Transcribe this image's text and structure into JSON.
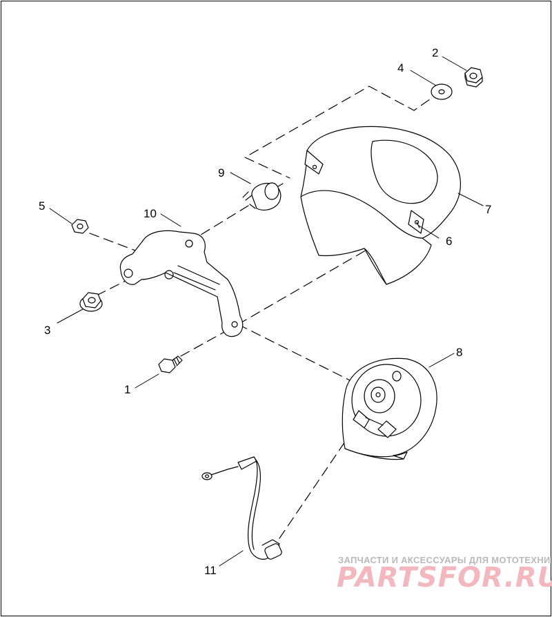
{
  "callouts": [
    {
      "id": "1",
      "label": "1"
    },
    {
      "id": "2",
      "label": "2"
    },
    {
      "id": "3",
      "label": "3"
    },
    {
      "id": "4",
      "label": "4"
    },
    {
      "id": "5",
      "label": "5"
    },
    {
      "id": "6",
      "label": "6"
    },
    {
      "id": "7",
      "label": "7"
    },
    {
      "id": "8",
      "label": "8"
    },
    {
      "id": "9",
      "label": "9"
    },
    {
      "id": "10",
      "label": "10"
    },
    {
      "id": "11",
      "label": "11"
    }
  ],
  "watermark": {
    "tagline": "ЗАПЧАСТИ И АКСЕССУАРЫ ДЛЯ МОТОТЕХНИКИ",
    "brand": "PARTSFOR.RU",
    "color": "#f2b8be"
  }
}
